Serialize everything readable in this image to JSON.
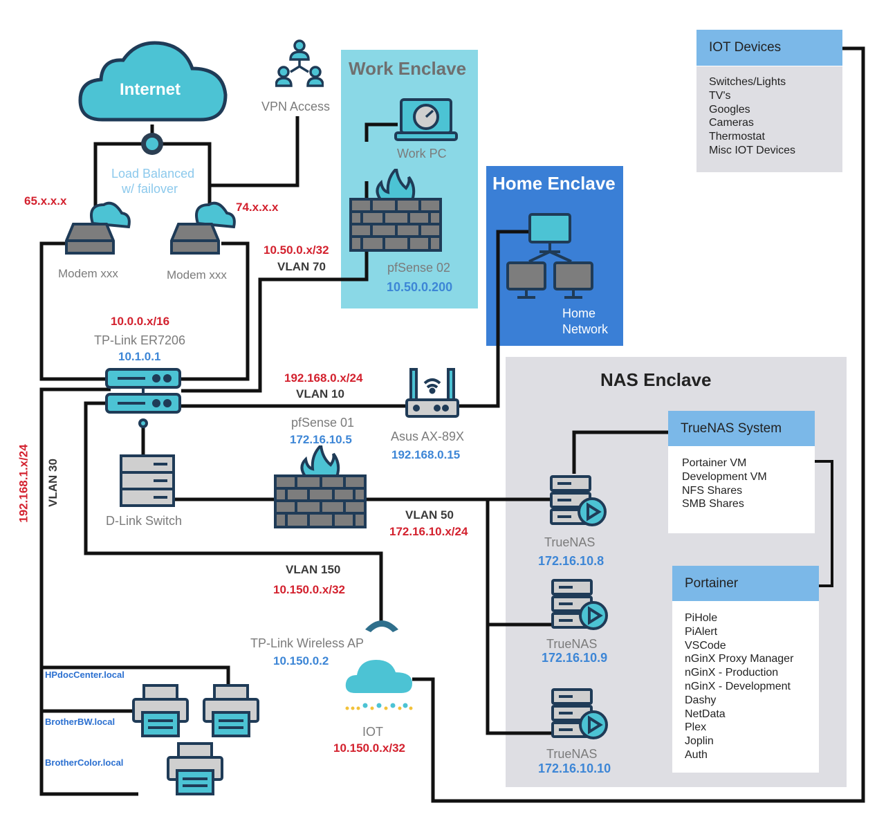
{
  "internet": {
    "label": "Internet"
  },
  "vpn": {
    "label": "VPN Access"
  },
  "load_balance": {
    "line1": "Load Balanced",
    "line2": "w/ failover"
  },
  "modems": [
    {
      "label": "Modem xxx",
      "ip": "65.x.x.x"
    },
    {
      "label": "Modem xxx",
      "ip": "74.x.x.x"
    }
  ],
  "work_enclave": {
    "title": "Work Enclave",
    "pc_label": "Work PC",
    "firewall_label": "pfSense 02",
    "firewall_ip": "10.50.0.200",
    "subnet": "10.50.0.x/32",
    "vlan": "VLAN 70"
  },
  "home_enclave": {
    "title": "Home Enclave",
    "network_line1": "Home",
    "network_line2": "Network"
  },
  "router": {
    "subnet": "10.0.0.x/16",
    "label": "TP-Link ER7206",
    "ip": "10.1.0.1"
  },
  "asus": {
    "subnet": "192.168.0.x/24",
    "vlan": "VLAN 10",
    "label": "Asus AX-89X",
    "ip": "192.168.0.15"
  },
  "pfsense01": {
    "label": "pfSense 01",
    "ip": "172.16.10.5"
  },
  "dlink": {
    "label": "D-Link Switch"
  },
  "vlan50": {
    "vlan": "VLAN 50",
    "subnet": "172.16.10.x/24"
  },
  "vlan30": {
    "subnet": "192.168.1.x/24",
    "vlan": "VLAN 30"
  },
  "vlan150": {
    "vlan": "VLAN 150",
    "subnet": "10.150.0.x/32"
  },
  "wireless_ap": {
    "label": "TP-Link Wireless AP",
    "ip": "10.150.0.2"
  },
  "iot": {
    "label": "IOT",
    "subnet": "10.150.0.x/32"
  },
  "printers": [
    "HPdocCenter.local",
    "BrotherBW.local",
    "BrotherColor.local"
  ],
  "nas_enclave": {
    "title": "NAS Enclave",
    "servers": [
      {
        "label": "TrueNAS",
        "ip": "172.16.10.8"
      },
      {
        "label": "TrueNAS",
        "ip": "172.16.10.9"
      },
      {
        "label": "TrueNAS",
        "ip": "172.16.10.10"
      }
    ]
  },
  "truenas_system": {
    "title": "TrueNAS System",
    "items": [
      "Portainer VM",
      "Development VM",
      "NFS Shares",
      "SMB Shares"
    ]
  },
  "portainer": {
    "title": "Portainer",
    "items": [
      "PiHole",
      "PiAlert",
      "VSCode",
      "nGinX Proxy Manager",
      "nGinX - Production",
      "nGinX - Development",
      "Dashy",
      "NetData",
      "Plex",
      "Joplin",
      "Auth"
    ]
  },
  "iot_devices": {
    "title": "IOT Devices",
    "items": [
      "Switches/Lights",
      "TV's",
      "Googles",
      "Cameras",
      "Thermostat",
      "Misc IOT Devices"
    ]
  },
  "colors": {
    "teal": "#4cc3d4",
    "navy": "#1f3b57",
    "work_bg": "#8ad8e6",
    "home_bg": "#3a7fd6",
    "nas_bg": "#dedee3",
    "card_head": "#7bb8e8",
    "ip_blue": "#3d86d6",
    "subnet_red": "#d3212e"
  }
}
